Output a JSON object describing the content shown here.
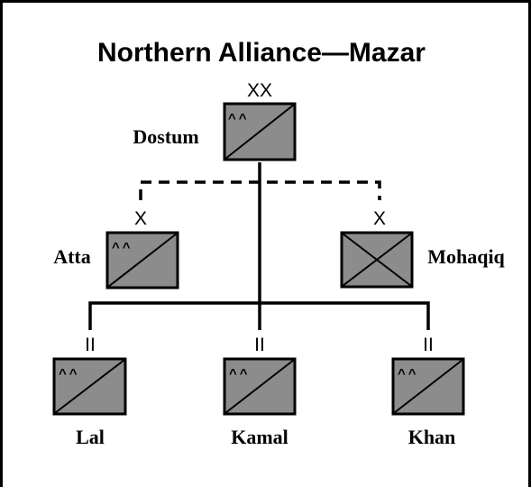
{
  "title": "Northern Alliance—Mazar",
  "colors": {
    "unit_fill": "#8c8c8c",
    "stroke": "#000000",
    "background": "#ffffff"
  },
  "units": {
    "dostum": {
      "name": "Dostum",
      "echelon": "XX",
      "modifier": "^^",
      "symbol": "diagonal"
    },
    "atta": {
      "name": "Atta",
      "echelon": "X",
      "modifier": "^^",
      "symbol": "diagonal"
    },
    "mohaqiq": {
      "name": "Mohaqiq",
      "echelon": "X",
      "modifier": "",
      "symbol": "cross"
    },
    "lal": {
      "name": "Lal",
      "echelon": "II",
      "modifier": "^^",
      "symbol": "diagonal"
    },
    "kamal": {
      "name": "Kamal",
      "echelon": "II",
      "modifier": "^^",
      "symbol": "diagonal"
    },
    "khan": {
      "name": "Khan",
      "echelon": "II",
      "modifier": "^^",
      "symbol": "diagonal"
    }
  }
}
